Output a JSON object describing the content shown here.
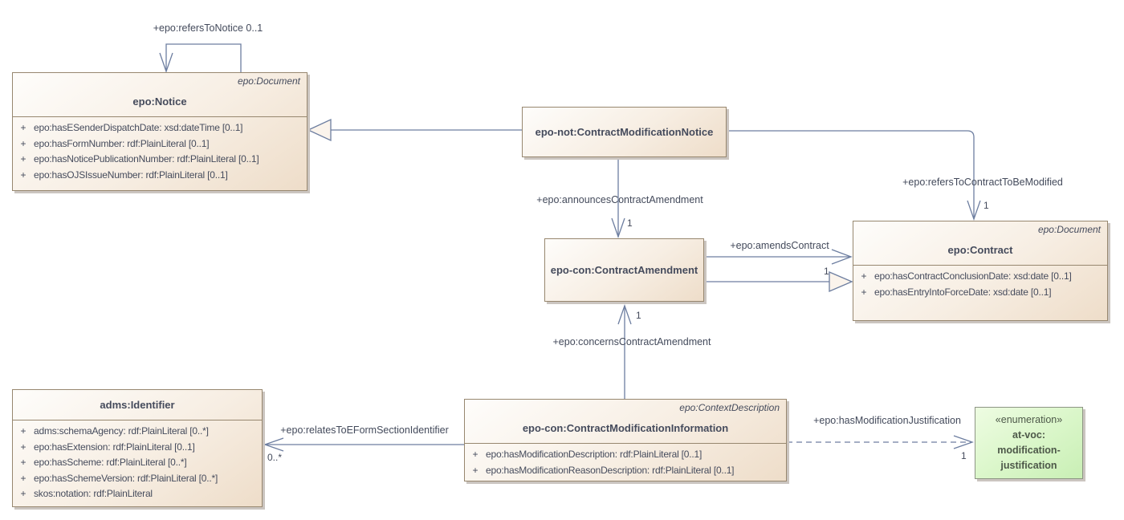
{
  "colors": {
    "background": "#ffffff",
    "class_fill_light": "#fefdfb",
    "class_fill_dark": "#eeddc9",
    "class_border": "#97876f",
    "connector_line": "#6d7ea0",
    "text": "#454b5c",
    "enum_fill_light": "#eefce2",
    "enum_fill_dark": "#c9efb5",
    "enum_border": "#8d9584",
    "enum_text": "#4d5849",
    "shadow": "#cbc5c0"
  },
  "classes": {
    "notice": {
      "stereotype": "epo:Document",
      "title": "epo:Notice",
      "attributes": [
        {
          "vis": "+",
          "text": "epo:hasESenderDispatchDate: xsd:dateTime [0..1]"
        },
        {
          "vis": "+",
          "text": "epo:hasFormNumber: rdf:PlainLiteral [0..1]"
        },
        {
          "vis": "+",
          "text": "epo:hasNoticePublicationNumber: rdf:PlainLiteral [0..1]"
        },
        {
          "vis": "+",
          "text": "epo:hasOJSIssueNumber: rdf:PlainLiteral [0..1]"
        }
      ]
    },
    "cmn": {
      "title": "epo-not:ContractModificationNotice"
    },
    "ca": {
      "title": "epo-con:ContractAmendment"
    },
    "contract": {
      "stereotype": "epo:Document",
      "title": "epo:Contract",
      "attributes": [
        {
          "vis": "+",
          "text": "epo:hasContractConclusionDate: xsd:date [0..1]"
        },
        {
          "vis": "+",
          "text": "epo:hasEntryIntoForceDate: xsd:date [0..1]"
        }
      ]
    },
    "identifier": {
      "title": "adms:Identifier",
      "attributes": [
        {
          "vis": "+",
          "text": "adms:schemaAgency: rdf:PlainLiteral [0..*]"
        },
        {
          "vis": "+",
          "text": "epo:hasExtension: rdf:PlainLiteral [0..1]"
        },
        {
          "vis": "+",
          "text": "epo:hasScheme: rdf:PlainLiteral [0..*]"
        },
        {
          "vis": "+",
          "text": "epo:hasSchemeVersion: rdf:PlainLiteral [0..*]"
        },
        {
          "vis": "+",
          "text": "skos:notation: rdf:PlainLiteral"
        }
      ]
    },
    "cmi": {
      "stereotype": "epo:ContextDescription",
      "title": "epo-con:ContractModificationInformation",
      "attributes": [
        {
          "vis": "+",
          "text": "epo:hasModificationDescription: rdf:PlainLiteral [0..1]"
        },
        {
          "vis": "+",
          "text": "epo:hasModificationReasonDescription: rdf:PlainLiteral [0..1]"
        }
      ]
    },
    "enumeration": {
      "stereotype": "«enumeration»",
      "name_lines": [
        "at-voc:",
        "modification-",
        "justification"
      ]
    }
  },
  "relations": {
    "refersToNotice": {
      "label": "+epo:refersToNotice 0..1"
    },
    "announcesContractAmendment": {
      "label": "+epo:announcesContractAmendment",
      "multiplicity": "1"
    },
    "refersToContractToBeModified": {
      "label": "+epo:refersToContractToBeModified",
      "multiplicity": "1"
    },
    "amendsContract": {
      "label": "+epo:amendsContract",
      "multiplicity": "1"
    },
    "concernsContractAmendment": {
      "label": "+epo:concernsContractAmendment",
      "multiplicity": "1"
    },
    "relatesToEFormSectionIdentifier": {
      "label": "+epo:relatesToEFormSectionIdentifier",
      "multiplicity": "0..*"
    },
    "hasModificationJustification": {
      "label": "+epo:hasModificationJustification",
      "multiplicity": "1"
    }
  }
}
